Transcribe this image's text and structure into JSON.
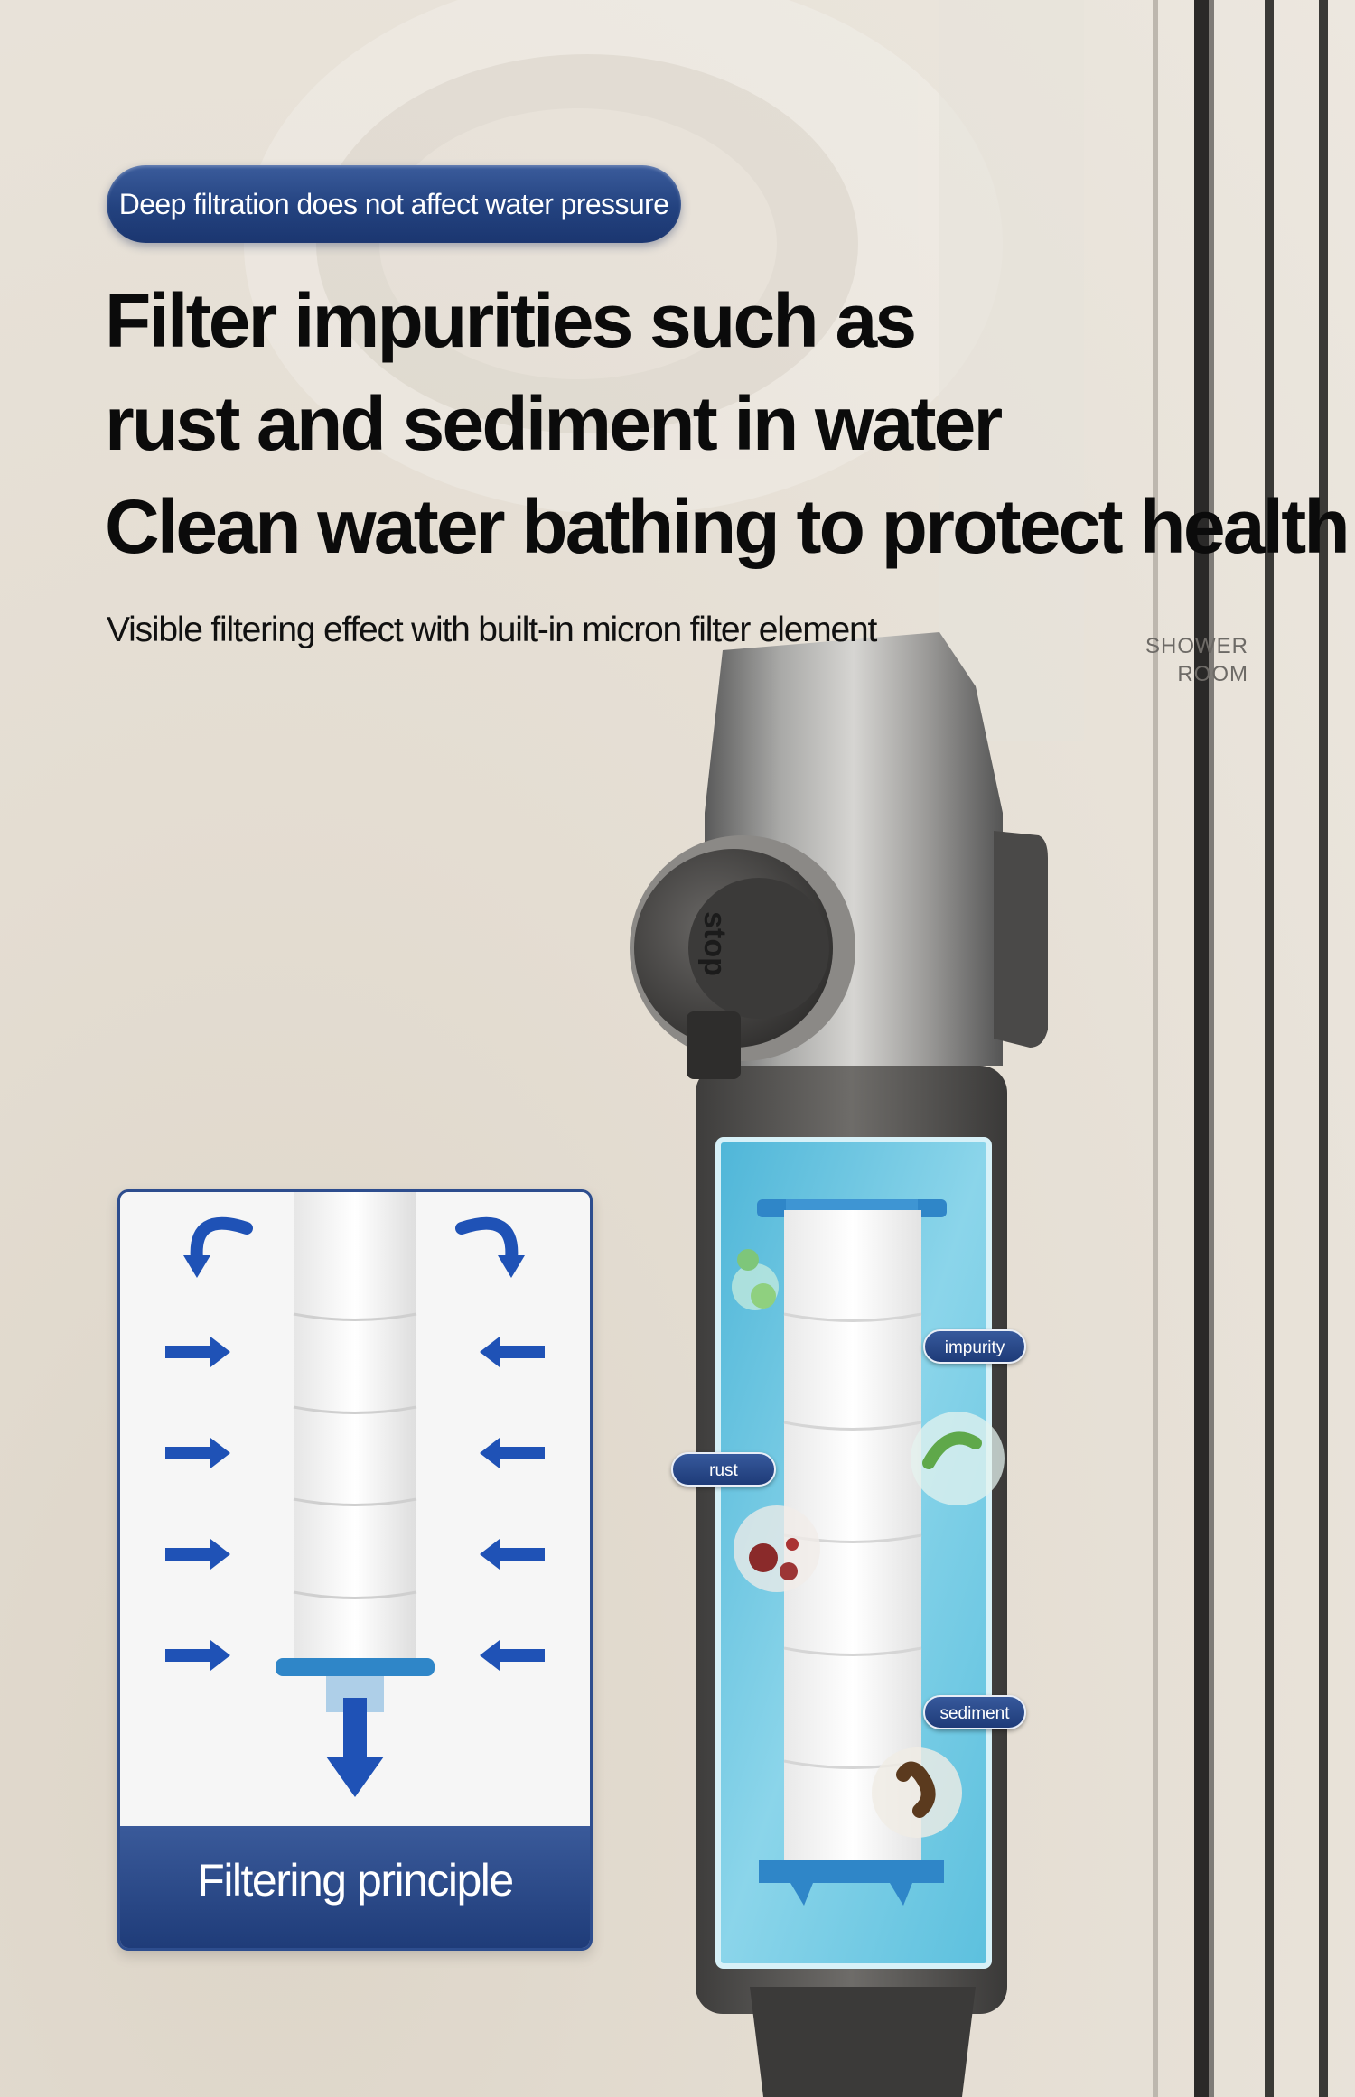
{
  "badge": "Deep filtration does not affect water pressure",
  "headline": {
    "line1": "Filter impurities such as",
    "line2": "rust and sediment in water",
    "line3": "Clean water bathing to protect health"
  },
  "subtitle": "Visible filtering effect with built-in micron filter element",
  "room_label": {
    "line1": "SHOWER",
    "line2": "ROOM"
  },
  "device": {
    "button_label": "stop"
  },
  "callouts": {
    "impurity": "impurity",
    "rust": "rust",
    "sediment": "sediment"
  },
  "principle_card": {
    "title": "Filtering principle"
  },
  "colors": {
    "accent_blue": "#1f3c79",
    "arrow_blue": "#1f52b6",
    "water": "#7fd0e6"
  }
}
